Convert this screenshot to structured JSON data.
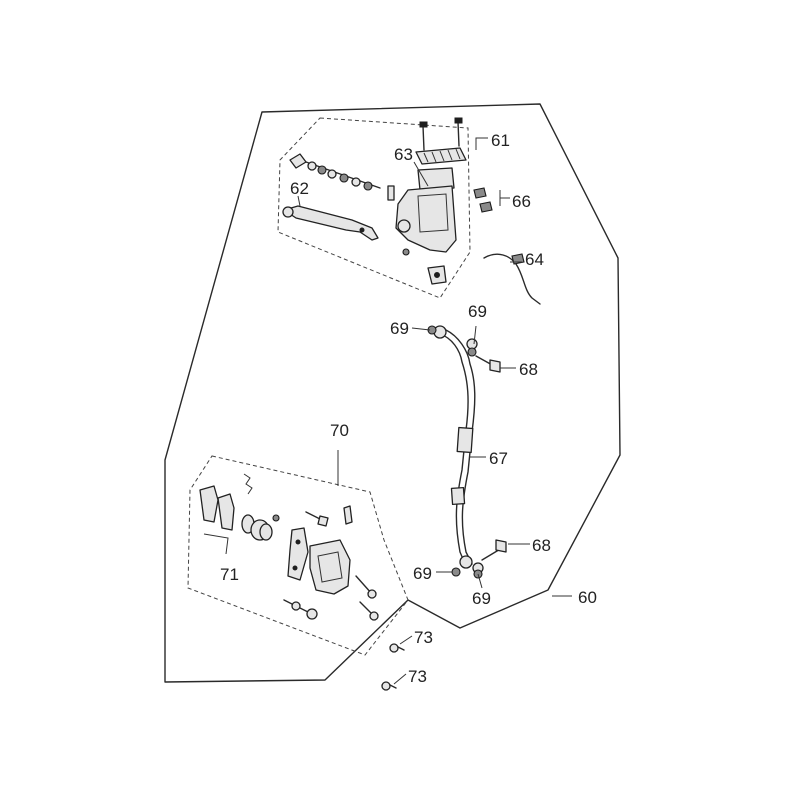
{
  "diagram": {
    "callouts": [
      {
        "key": "c61",
        "text": "61"
      },
      {
        "key": "c63",
        "text": "63"
      },
      {
        "key": "c62",
        "text": "62"
      },
      {
        "key": "c66",
        "text": "66"
      },
      {
        "key": "c64",
        "text": "64"
      },
      {
        "key": "c69a",
        "text": "69"
      },
      {
        "key": "c69b",
        "text": "69"
      },
      {
        "key": "c68a",
        "text": "68"
      },
      {
        "key": "c70",
        "text": "70"
      },
      {
        "key": "c67",
        "text": "67"
      },
      {
        "key": "c68b",
        "text": "68"
      },
      {
        "key": "c71",
        "text": "71"
      },
      {
        "key": "c69c",
        "text": "69"
      },
      {
        "key": "c69d",
        "text": "69"
      },
      {
        "key": "c60",
        "text": "60"
      },
      {
        "key": "c73a",
        "text": "73"
      },
      {
        "key": "c73b",
        "text": "73"
      }
    ]
  }
}
